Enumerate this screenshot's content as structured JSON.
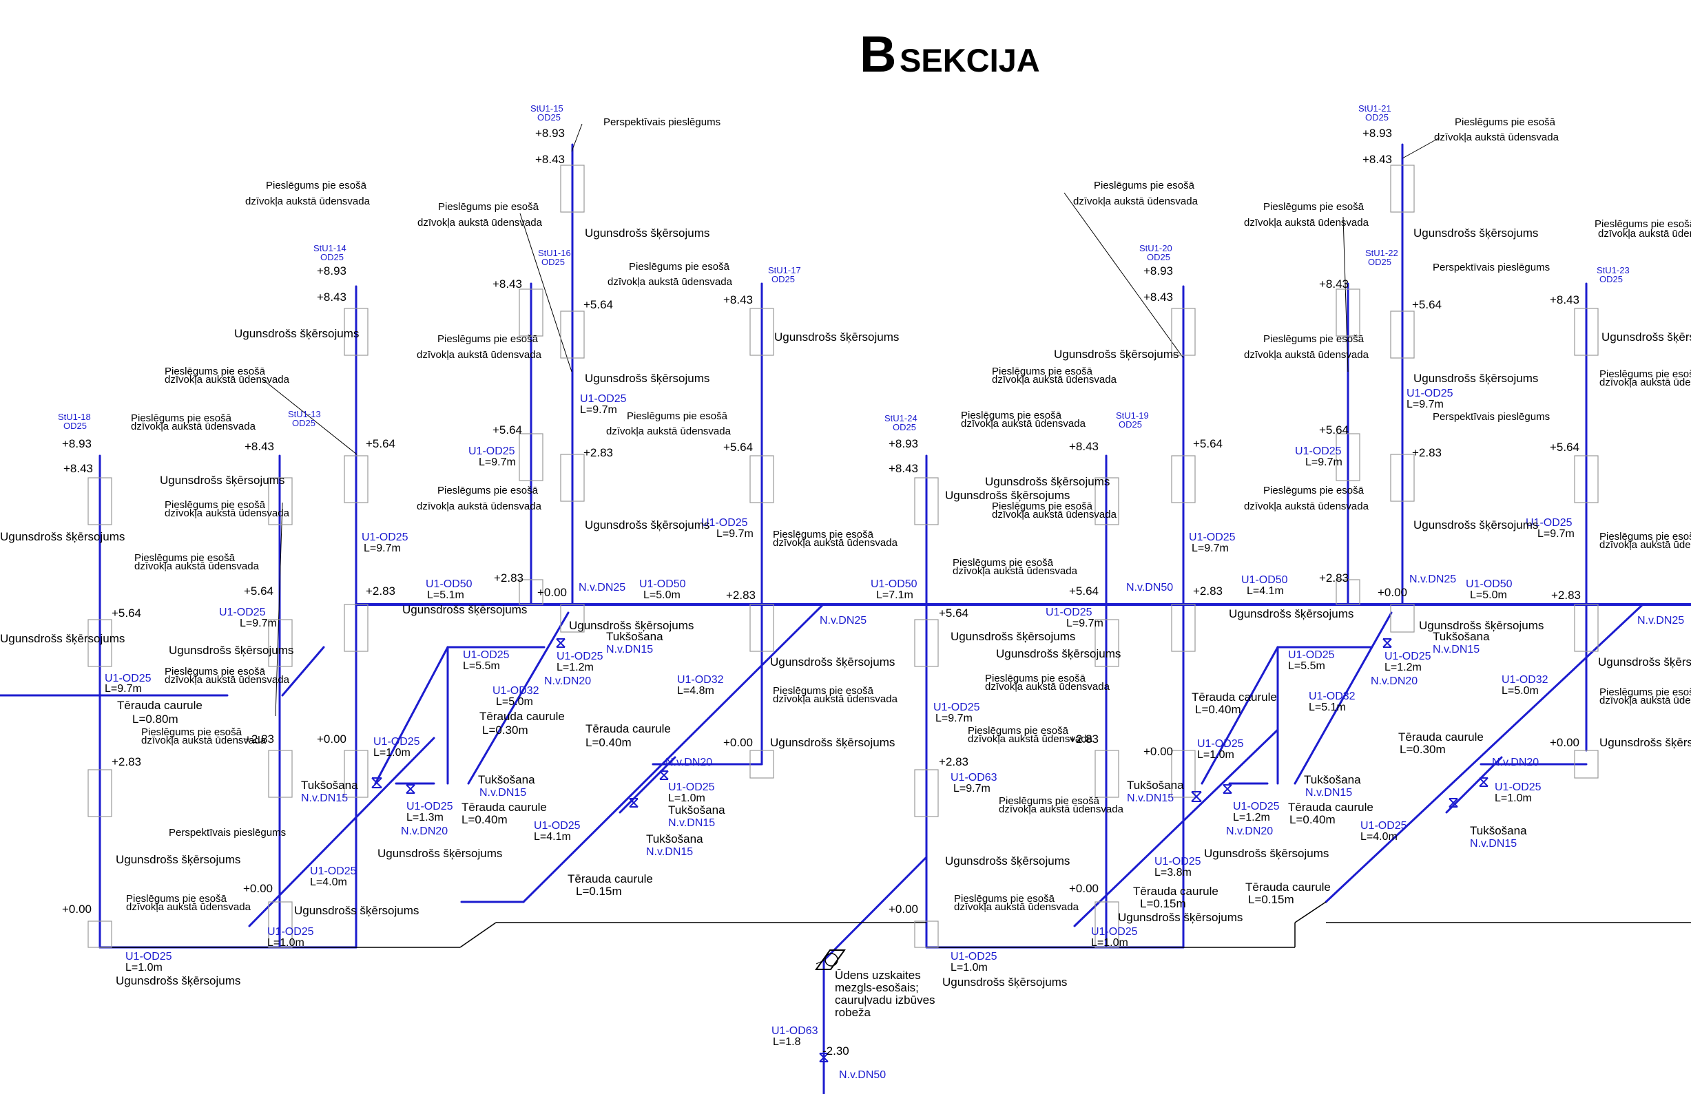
{
  "title": {
    "letter": "B",
    "word": "SEKCIJA"
  },
  "colors": {
    "pipe": "#1c1ccf",
    "annotation": "#000000",
    "fixture": "#9a9a9a"
  },
  "risers": [
    {
      "id": "StU1-18",
      "od": "OD25"
    },
    {
      "id": "StU1-13",
      "od": "OD25"
    },
    {
      "id": "StU1-14",
      "od": "OD25"
    },
    {
      "id": "StU1-15",
      "od": "OD25"
    },
    {
      "id": "StU1-16",
      "od": "OD25"
    },
    {
      "id": "StU1-17",
      "od": "OD25"
    },
    {
      "id": "StU1-24",
      "od": "OD25"
    },
    {
      "id": "StU1-19",
      "od": "OD25"
    },
    {
      "id": "StU1-20",
      "od": "OD25"
    },
    {
      "id": "StU1-21",
      "od": "OD25"
    },
    {
      "id": "StU1-22",
      "od": "OD25"
    },
    {
      "id": "StU1-23",
      "od": "OD25"
    }
  ],
  "levels": [
    "+8.93",
    "+8.43",
    "+5.64",
    "+2.83",
    "+0.00",
    "-2.30"
  ],
  "pipes": [
    {
      "code": "U1-OD25",
      "len": "L=9.7m"
    },
    {
      "code": "U1-OD25",
      "len": "L=1.0m"
    },
    {
      "code": "U1-OD25",
      "len": "L=4.0m"
    },
    {
      "code": "U1-OD25",
      "len": "L=5.5m"
    },
    {
      "code": "U1-OD25",
      "len": "L=1.2m"
    },
    {
      "code": "U1-OD25",
      "len": "L=1.3m"
    },
    {
      "code": "U1-OD25",
      "len": "L=4.1m"
    },
    {
      "code": "U1-OD25",
      "len": "L=3.8m"
    },
    {
      "code": "U1-OD32",
      "len": "L=5.0m"
    },
    {
      "code": "U1-OD32",
      "len": "L=4.8m"
    },
    {
      "code": "U1-OD32",
      "len": "L=5.1m"
    },
    {
      "code": "U1-OD50",
      "len": "L=5.1m"
    },
    {
      "code": "U1-OD50",
      "len": "L=5.0m"
    },
    {
      "code": "U1-OD50",
      "len": "L=7.1m"
    },
    {
      "code": "U1-OD50",
      "len": "L=4.1m"
    },
    {
      "code": "U1-OD63",
      "len": "L=9.7m"
    },
    {
      "code": "U1-OD63",
      "len": "L=1.8"
    }
  ],
  "labels": {
    "connection_line1": "Pieslēgums pie esošā",
    "connection_line2": "dzīvokļa aukstā ūdensvada",
    "fire_barrier": "Ugunsdrošs šķērsojums",
    "prospective": "Perspektīvais pieslēgums",
    "steel_pipe": "Tērauda caurule",
    "drain": "Tukšošana",
    "meter_line1": "Ūdens uzskaites",
    "meter_line2": "mezgls-esošais;",
    "meter_line3": "cauruļvadu izbūves",
    "meter_line4": "robeža"
  },
  "steel_lengths": [
    "L=0.80m",
    "L=0.30m",
    "L=0.40m",
    "L=0.15m"
  ],
  "valves": [
    "N.v.DN15",
    "N.v.DN20",
    "N.v.DN25",
    "N.v.DN50"
  ]
}
